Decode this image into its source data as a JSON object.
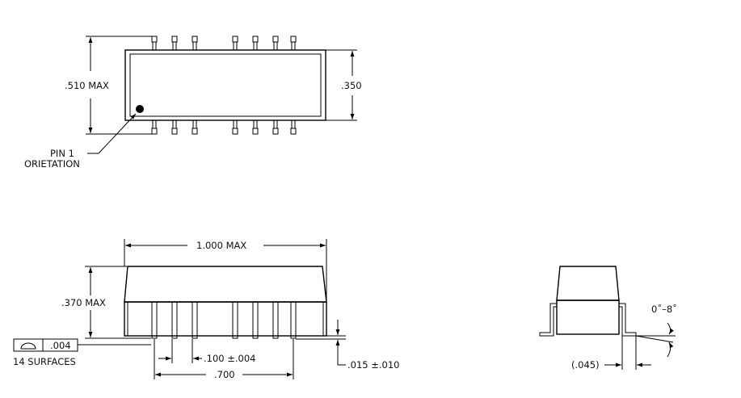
{
  "top_view": {
    "width_label": ".510 MAX",
    "body_label": ".350",
    "pin1_line1": "PIN 1",
    "pin1_line2": "ORIETATION"
  },
  "side_view": {
    "length_label": "1.000 MAX",
    "height_label": ".370 MAX",
    "pitch_label": ".100 ±.004",
    "span_label": ".700",
    "standoff_label": ".015 ±.010",
    "flatness_value": ".004",
    "flatness_note": "14 SURFACES"
  },
  "end_view": {
    "angle_label": "0˚–8˚",
    "foot_label": "(.045)"
  }
}
